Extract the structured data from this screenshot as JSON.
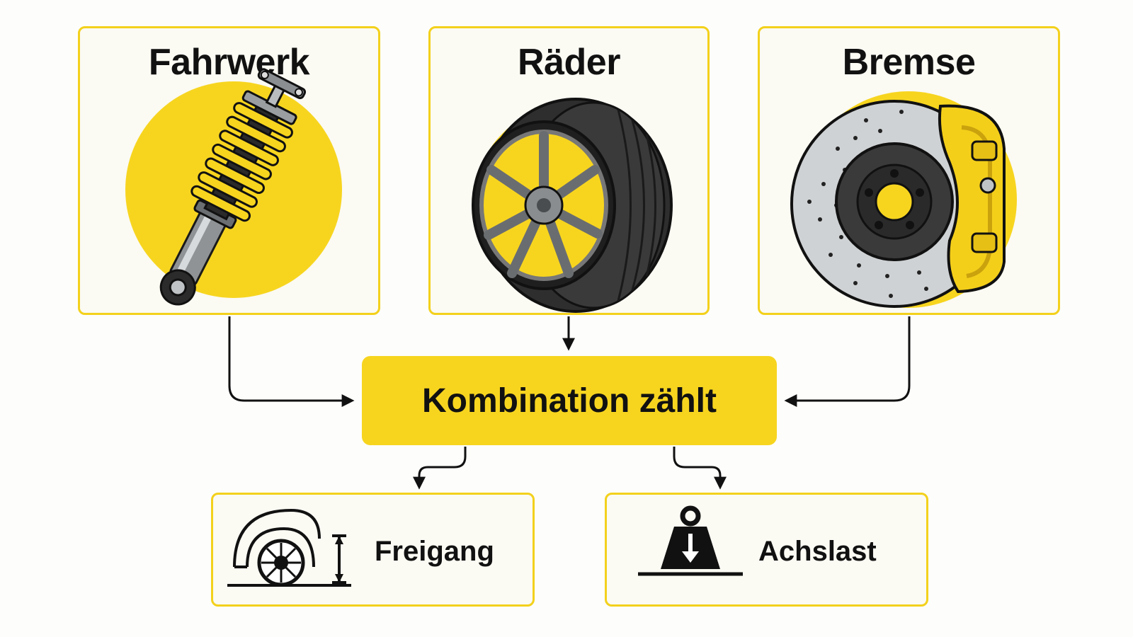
{
  "cards": {
    "fahrwerk": {
      "title": "Fahrwerk",
      "icon": "shock-absorber-icon"
    },
    "raeder": {
      "title": "Räder",
      "icon": "wheel-icon"
    },
    "bremse": {
      "title": "Bremse",
      "icon": "brake-disc-icon"
    }
  },
  "center": {
    "label": "Kombination zählt"
  },
  "outputs": {
    "freigang": {
      "label": "Freigang",
      "icon": "wheel-clearance-icon"
    },
    "achslast": {
      "label": "Achslast",
      "icon": "weight-icon"
    }
  },
  "colors": {
    "accent": "#f7d51f",
    "border": "#f3d11c",
    "text": "#111111"
  }
}
